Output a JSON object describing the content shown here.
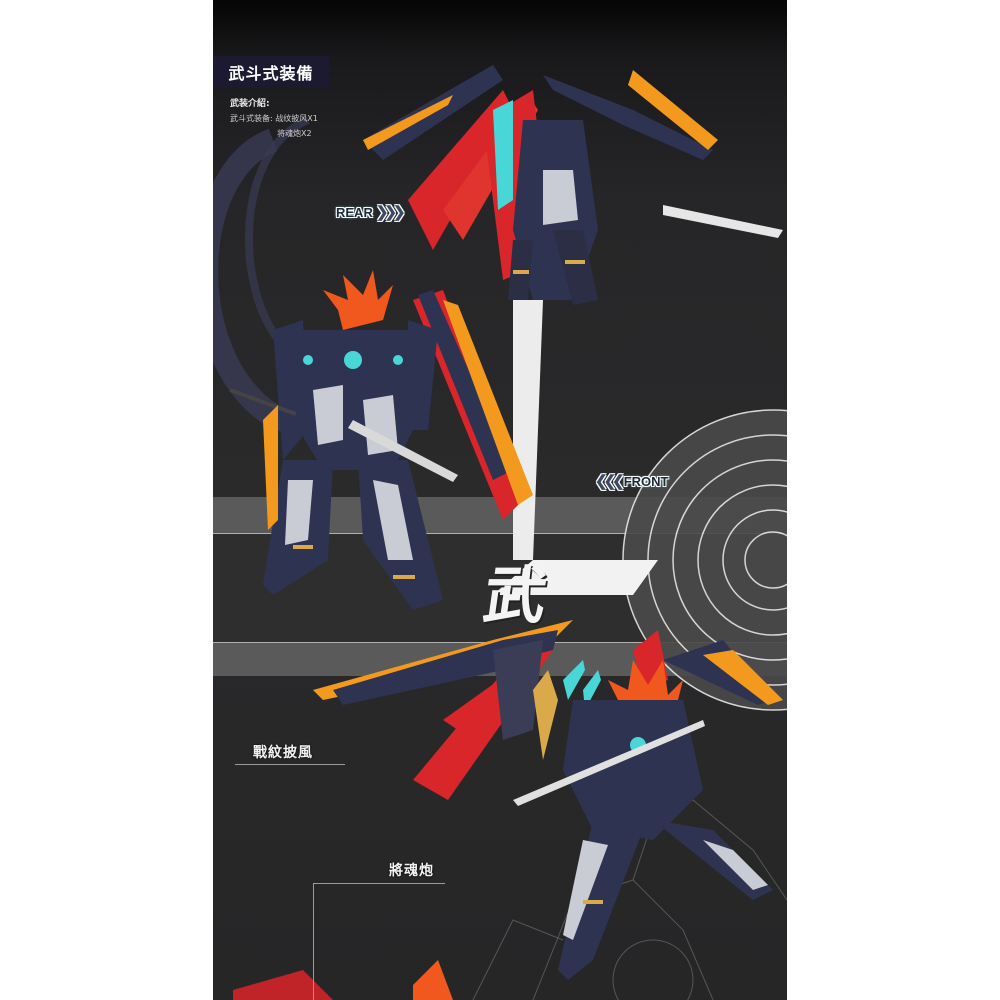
{
  "page": {
    "background_outer": "#ffffff",
    "panel_background": "#2a2a2b"
  },
  "header": {
    "title": "武斗式装備",
    "intro_label": "武装介紹:",
    "intro_items": [
      {
        "label": "武斗式装备:",
        "value": "战纹披风X1"
      },
      {
        "label": "",
        "value": "将魂炮X2"
      }
    ]
  },
  "view_tags": {
    "rear": {
      "label": "REAR",
      "arrow": "❯❯❯"
    },
    "front": {
      "label": "FRONT",
      "arrow": "❮❮❮"
    }
  },
  "decor": {
    "big_character": "武"
  },
  "callouts": [
    {
      "label": "戰紋披風"
    },
    {
      "label": "將魂炮"
    }
  ],
  "colors": {
    "title_box": "#1c1a30",
    "mech_navy": "#2f3352",
    "mech_red": "#d8262a",
    "mech_orange": "#f39a1e",
    "mech_cyan": "#49d6d6",
    "mech_gold": "#d9a94a",
    "mech_silver": "#c9ccd4",
    "hair_orange": "#f0581e",
    "stand_white": "#f2f2f2"
  }
}
